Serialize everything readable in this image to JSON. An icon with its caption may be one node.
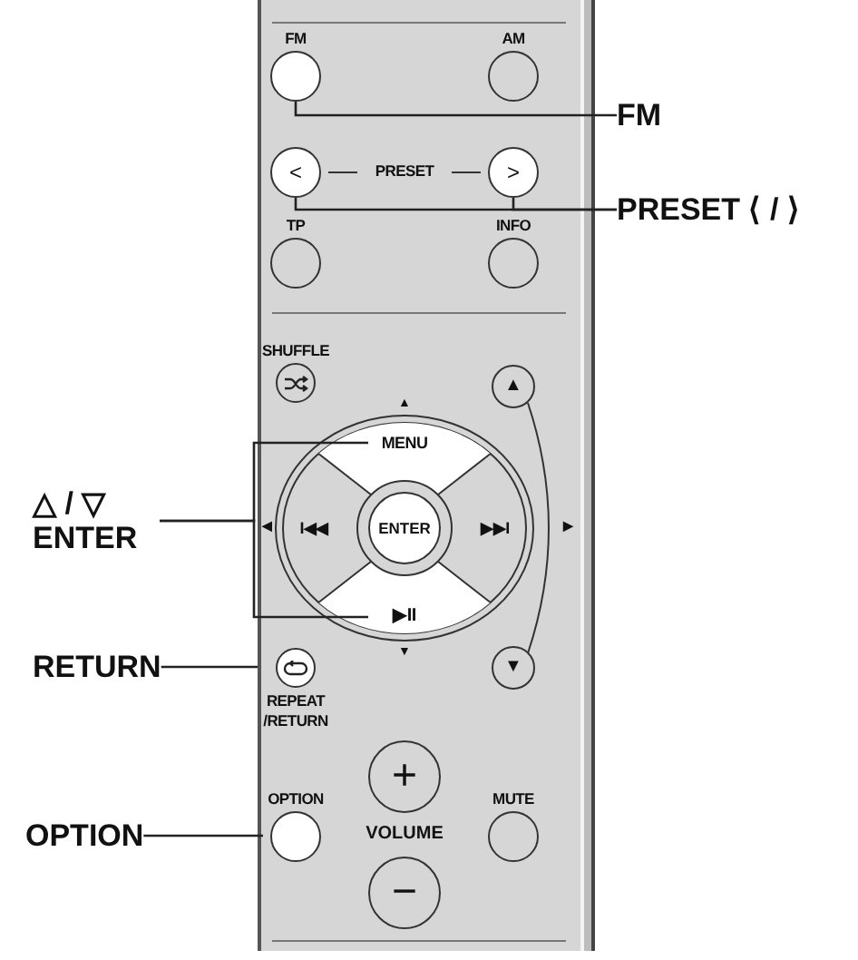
{
  "diagram": {
    "nodes": [
      {
        "text": [
          "FM"
        ]
      },
      {
        "text": [
          "PRESET ⟨ / ⟩"
        ]
      },
      {
        "text": [
          "△ / ▽ ENTER"
        ]
      },
      {
        "text": [
          "RETURN"
        ]
      },
      {
        "text": [
          "OPTION"
        ]
      },
      {
        "text": [
          "FM"
        ]
      },
      {
        "text": [
          "AM"
        ]
      },
      {
        "text": [
          "<"
        ]
      },
      {
        "text": [
          ">"
        ]
      },
      {
        "text": [
          "TP"
        ]
      },
      {
        "text": [
          "INFO"
        ]
      },
      {
        "text": [
          "SHUFFLE"
        ]
      },
      {
        "text": [
          "▲"
        ]
      },
      {
        "text": [
          "MENU"
        ]
      },
      {
        "text": [
          "I◀◀"
        ]
      },
      {
        "text": [
          "ENTER"
        ]
      },
      {
        "text": [
          "▶▶I"
        ]
      },
      {
        "text": [
          "▶II"
        ]
      },
      {
        "text": [
          "▼"
        ]
      },
      {
        "text": [
          "REPEAT /RETURN"
        ]
      },
      {
        "text": [
          "+"
        ]
      },
      {
        "text": [
          "OPTION"
        ]
      },
      {
        "text": [
          "MUTE"
        ]
      },
      {
        "text": [
          "−"
        ]
      }
    ],
    "edges": [
      {
        "from": 0,
        "to": 5,
        "arrow": "none"
      },
      {
        "from": 1,
        "to": 7,
        "arrow": "none"
      },
      {
        "from": 1,
        "to": 8,
        "arrow": "none"
      },
      {
        "from": 2,
        "to": 13,
        "arrow": "none"
      },
      {
        "from": 2,
        "to": 17,
        "arrow": "none"
      },
      {
        "from": 3,
        "to": 19,
        "arrow": "none"
      },
      {
        "from": 4,
        "to": 21,
        "arrow": "none"
      }
    ],
    "labels": [
      "PRESET",
      "▲",
      "◀",
      "▶",
      "▼",
      "VOLUME"
    ]
  }
}
